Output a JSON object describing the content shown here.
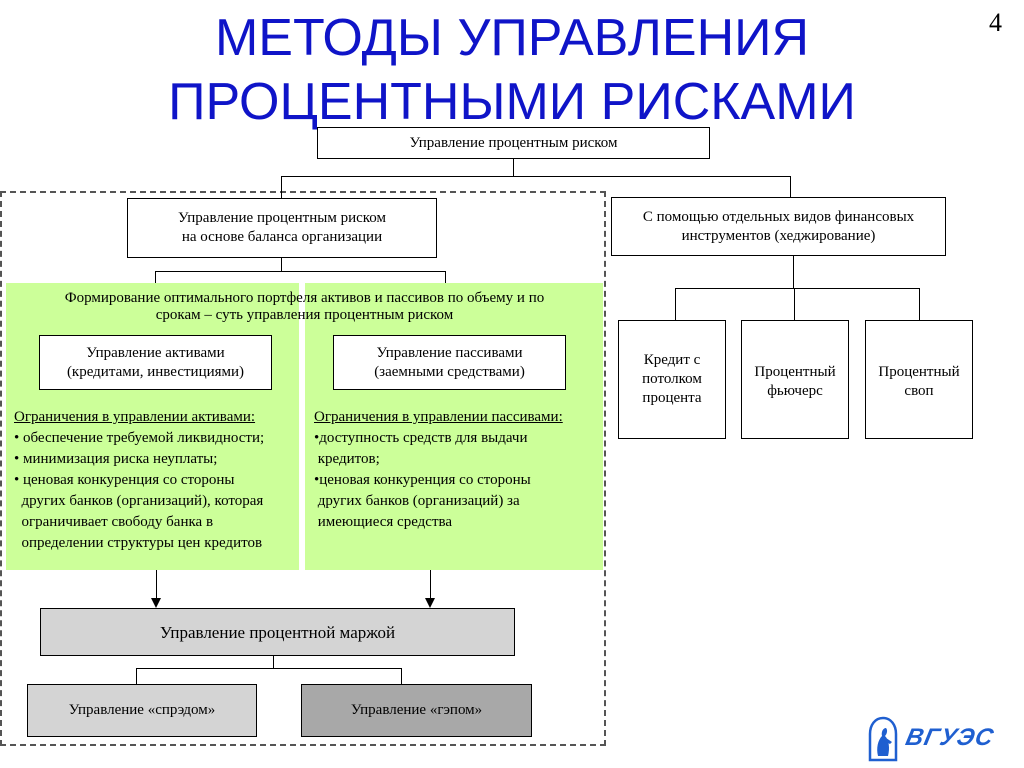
{
  "slide": {
    "title_line1": "МЕТОДЫ УПРАВЛЕНИЯ",
    "title_line2": "ПРОЦЕНТНЫМИ РИСКАМИ",
    "page_number": "4"
  },
  "diagram": {
    "root": "Управление процентным риском",
    "balance": "Управление процентным риском\nна основе баланса организации",
    "hedging": "С помощью отдельных видов финансовых\nинструментов (хеджирование)",
    "hedging_children": [
      "Кредит с\nпотолком\nпроцента",
      "Процентный\nфьючерс",
      "Процентный\nсвоп"
    ],
    "portfolio_caption": "Формирование оптимального портфеля активов и пассивов по объему и по\nсрокам – суть управления процентным риском",
    "assets_box": "Управление активами\n(кредитами, инвестициями)",
    "liabilities_box": "Управление пассивами\n(заемными средствами)",
    "assets_heading": "Ограничения в управлении активами:",
    "assets_items": [
      "• обеспечение требуемой ликвидности;",
      "• минимизация риска неуплаты;",
      "• ценовая конкуренция со стороны",
      "  других банков (организаций), которая",
      "  ограничивает свободу банка в",
      "  определении структуры цен кредитов"
    ],
    "liabilities_heading": "Ограничения в управлении пассивами:",
    "liabilities_items": [
      "•доступность средств для выдачи",
      " кредитов;",
      "•ценовая конкуренция со стороны",
      " других банков (организаций) за",
      " имеющиеся средства"
    ],
    "margin": "Управление процентной маржой",
    "spread": "Управление «спрэдом»",
    "gap": "Управление «гэпом»"
  },
  "logo": {
    "text": "ВГУЭС",
    "color": "#1f5fd0"
  }
}
